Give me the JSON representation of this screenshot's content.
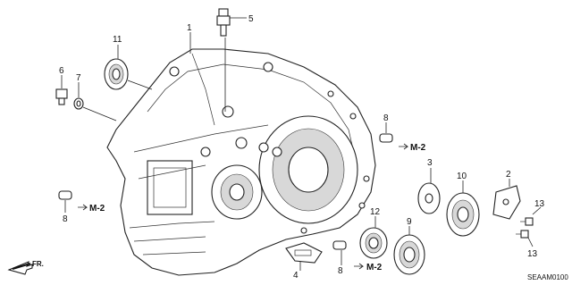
{
  "callouts": {
    "p1": "1",
    "p2": "2",
    "p3": "3",
    "p4": "4",
    "p5": "5",
    "p6": "6",
    "p7": "7",
    "p8a": "8",
    "p8b": "8",
    "p8c": "8",
    "p9": "9",
    "p10": "10",
    "p11": "11",
    "p12": "12",
    "p13a": "13",
    "p13b": "13"
  },
  "references": {
    "m2_top": "M-2",
    "m2_left": "M-2",
    "m2_bottom": "M-2"
  },
  "direction_label": "FR.",
  "diagram_code": "SEAAM0100"
}
